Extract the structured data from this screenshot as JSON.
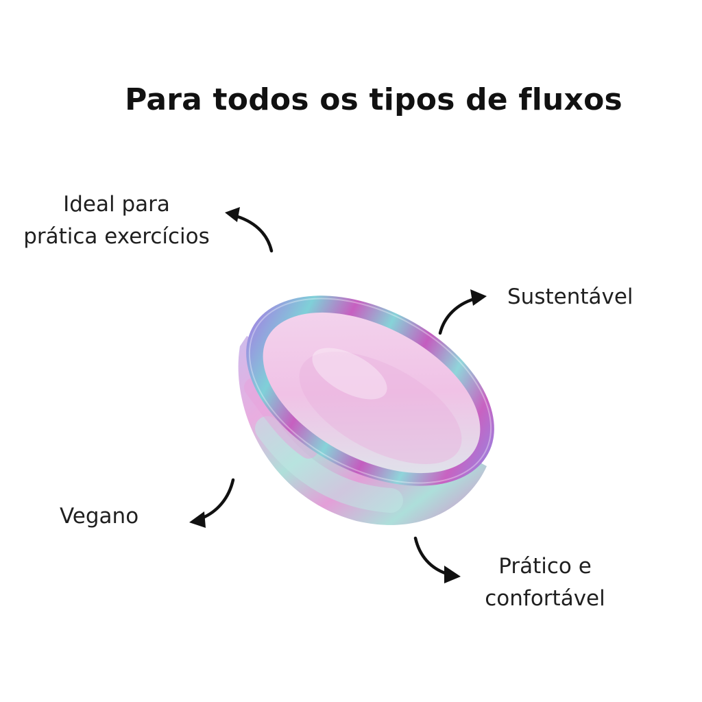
{
  "title": "Para todos os tipos de fluxos",
  "labels": {
    "exercise_line1": "Ideal para",
    "exercise_line2": "prática exercícios",
    "sustainable": "Sustentável",
    "vegan": "Vegano",
    "practical_line1": "Prático e",
    "practical_line2": "confortável"
  },
  "icons": {
    "product": "menstrual-cup-image",
    "arrows": [
      "curved-arrow-up-left",
      "curved-arrow-up-right",
      "curved-arrow-down-left",
      "curved-arrow-down-right"
    ]
  },
  "colors": {
    "background": "#ffffff",
    "text": "#1f1f1f",
    "cup_pink": "#d36fc0",
    "cup_teal": "#8fd6d2",
    "cup_lavender": "#b8a6e6"
  }
}
